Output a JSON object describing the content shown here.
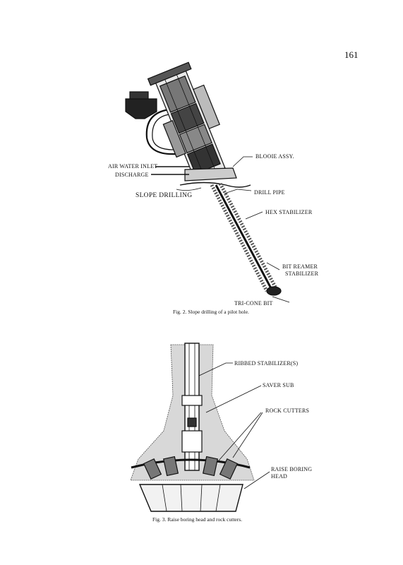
{
  "page_number": "161",
  "figure2": {
    "labels": {
      "blooie_assy": "BLOOIE ASSY.",
      "air_water_inlet": "AIR WATER INLET",
      "discharge": "DISCHARGE",
      "slope_drilling": "SLOPE DRILLING",
      "drill_pipe": "DRILL PIPE",
      "hex_stabilizer": "HEX STABILIZER",
      "bit_reamer_1": "BIT REAMER",
      "bit_reamer_2": "STABILIZER",
      "tri_cone_bit": "TRI-CONE BIT"
    },
    "caption": "Fig. 2.  Slope drilling of a pilot hole."
  },
  "figure3": {
    "labels": {
      "ribbed_stabilizer": "RIBBED STABILIZER(S)",
      "saver_sub": "SAVER SUB",
      "rock_cutters": "ROCK CUTTERS",
      "raise_boring_head_1": "RAISE BORING",
      "raise_boring_head_2": "HEAD"
    },
    "caption": "Fig. 3.  Raise boring head and rock cutters."
  }
}
